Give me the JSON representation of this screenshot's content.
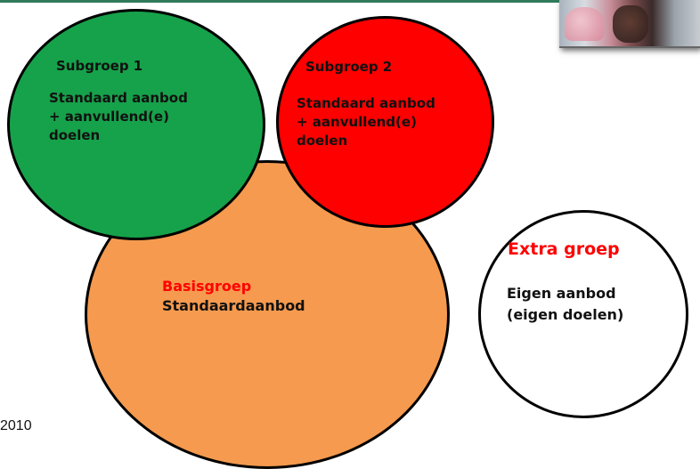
{
  "colors": {
    "top_bar": "#2f7a5b",
    "subgroep1_fill": "#16a24a",
    "subgroep2_fill": "#ff0000",
    "basisgroep_fill": "#f59a4e",
    "extra_fill": "#ffffff",
    "accent_text": "#ff0000"
  },
  "subgroep1": {
    "title": "Subgroep 1",
    "lines": [
      "Standaard aanbod",
      "+ aanvullend(e)",
      "doelen"
    ]
  },
  "subgroep2": {
    "title": "Subgroep 2",
    "lines": [
      "Standaard aanbod",
      "+ aanvullend(e)",
      "doelen"
    ]
  },
  "basisgroep": {
    "title": "Basisgroep",
    "body": "Standaardaanbod"
  },
  "extra": {
    "title": "Extra groep",
    "lines": [
      "Eigen aanbod",
      "(eigen doelen)"
    ]
  },
  "footer": {
    "year": "2010"
  }
}
